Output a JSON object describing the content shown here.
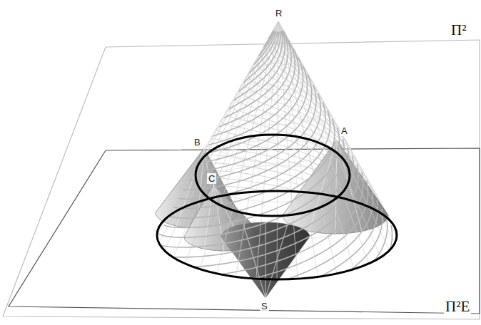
{
  "diagram": {
    "labels": [
      "R",
      "A",
      "B",
      "C",
      "S",
      "Π²",
      "Π²E"
    ]
  }
}
